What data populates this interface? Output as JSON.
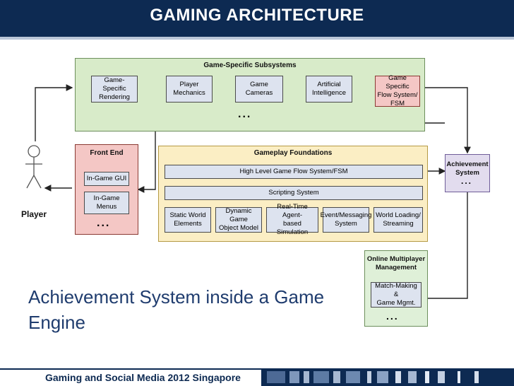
{
  "header": {
    "title": "GAMING ARCHITECTURE"
  },
  "diagram": {
    "subsystems": {
      "title": "Game-Specific Subsystems",
      "items": [
        "Game-Specific\nRendering",
        "Player\nMechanics",
        "Game Cameras",
        "Artificial\nIntelligence",
        "Game Specific\nFlow System/\nFSM"
      ],
      "ellipsis": "..."
    },
    "front_end": {
      "title": "Front End",
      "items": [
        "In-Game GUI",
        "In-Game\nMenus"
      ],
      "ellipsis": "..."
    },
    "gameplay": {
      "title": "Gameplay Foundations",
      "rows": [
        "High Level Game Flow System/FSM",
        "Scripting System"
      ],
      "items": [
        "Static World\nElements",
        "Dynamic Game\nObject Model",
        "Real-Time Agent-\nbased Simulation",
        "Event/Messaging\nSystem",
        "World Loading/\nStreaming"
      ]
    },
    "achievement": {
      "title": "Achievement\nSystem",
      "ellipsis": "..."
    },
    "online": {
      "title": "Online Multiplayer\nManagement",
      "item": "Match-Making &\nGame Mgmt.",
      "ellipsis": "..."
    },
    "player": {
      "label": "Player"
    }
  },
  "caption": "Achievement System inside a Game Engine",
  "footer": {
    "label": "Gaming and Social Media 2012 Singapore"
  },
  "colors": {
    "header": "#0d2a52",
    "subsystems": "#d8ebc9",
    "front_end": "#f4c7c5",
    "gameplay": "#fbeec4",
    "achievement": "#e2dcee",
    "online": "#dff0d8",
    "caption": "#1f3c6e"
  }
}
